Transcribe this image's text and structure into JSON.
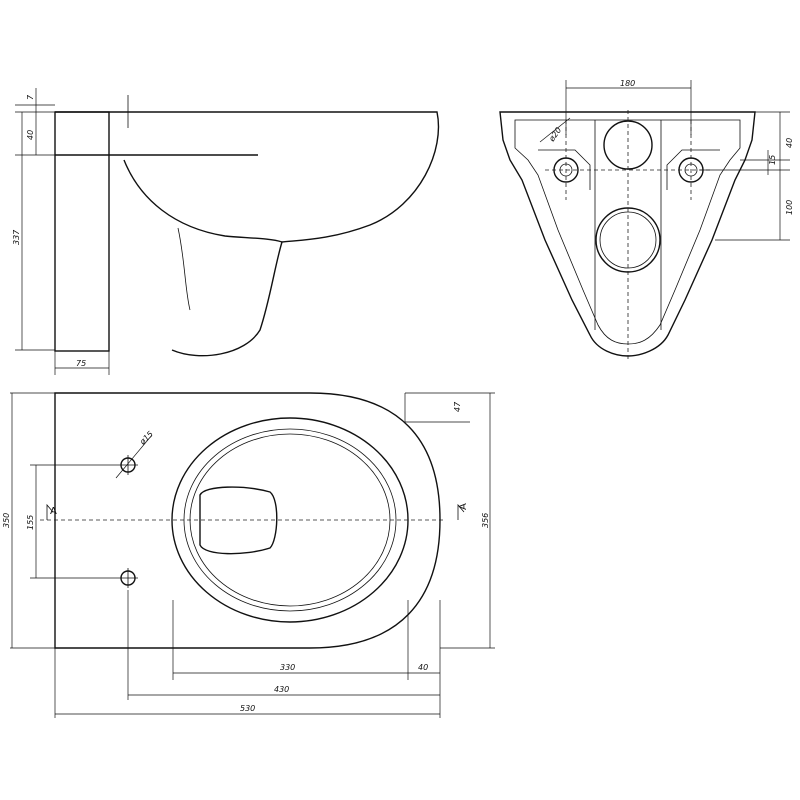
{
  "views": {
    "side": {
      "dims": {
        "top_small": "7",
        "lip": "40",
        "height": "337",
        "depth": "75"
      }
    },
    "front": {
      "dims": {
        "bolt_spacing": "180",
        "bolt_diameter": "ø20",
        "bolt_height": "40",
        "small_offset": "15",
        "outlet_height": "100"
      }
    },
    "plan": {
      "dims": {
        "total_width_left": "350",
        "bolt_spacing": "155",
        "bolt_diameter": "ø15",
        "rim_offset": "47",
        "total_width_right": "356",
        "bowl_length": "330",
        "front_offset": "40",
        "rim_to_bolt": "430",
        "total_length": "530"
      },
      "section_mark": "A"
    }
  }
}
